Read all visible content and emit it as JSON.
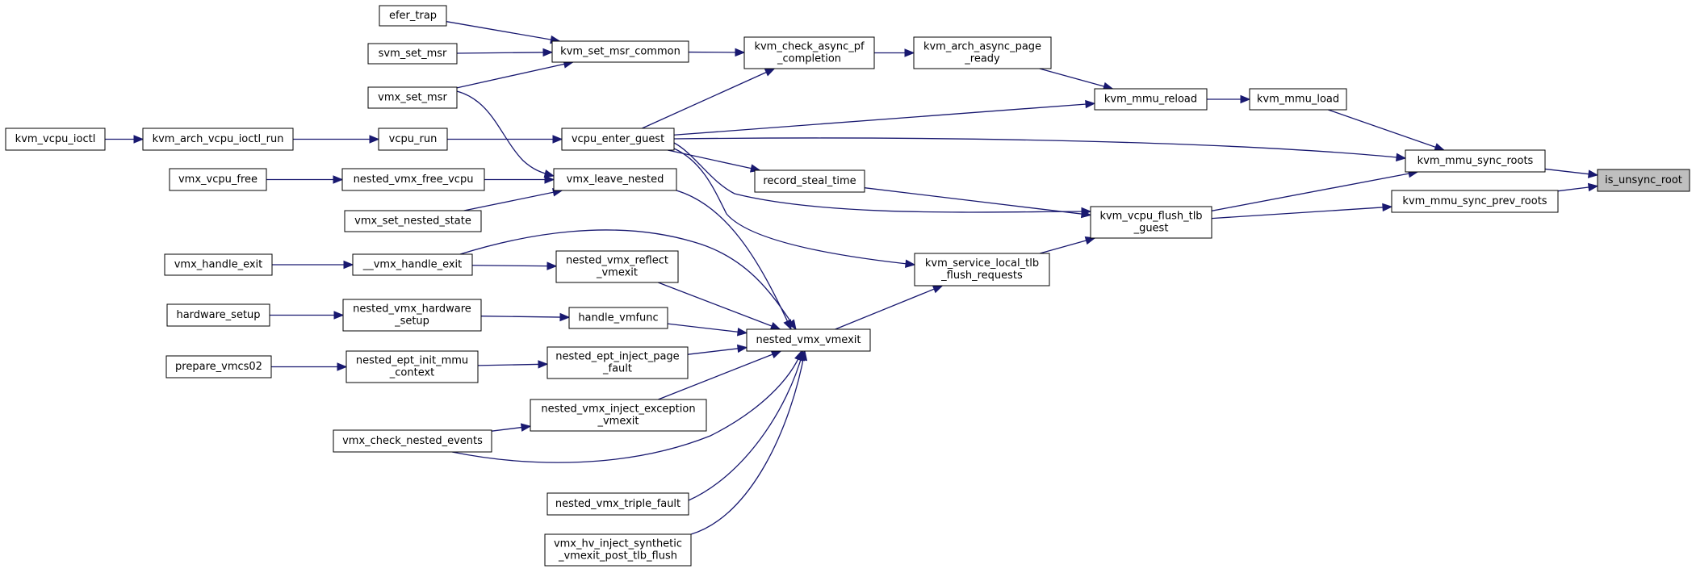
{
  "graph": {
    "nodes": [
      {
        "id": "efer_trap",
        "lines": [
          "efer_trap"
        ]
      },
      {
        "id": "svm_set_msr",
        "lines": [
          "svm_set_msr"
        ]
      },
      {
        "id": "vmx_set_msr",
        "lines": [
          "vmx_set_msr"
        ]
      },
      {
        "id": "kvm_vcpu_ioctl",
        "lines": [
          "kvm_vcpu_ioctl"
        ]
      },
      {
        "id": "kvm_arch_vcpu_ioctl_run",
        "lines": [
          "kvm_arch_vcpu_ioctl_run"
        ]
      },
      {
        "id": "vcpu_run",
        "lines": [
          "vcpu_run"
        ]
      },
      {
        "id": "vmx_vcpu_free",
        "lines": [
          "vmx_vcpu_free"
        ]
      },
      {
        "id": "nested_vmx_free_vcpu",
        "lines": [
          "nested_vmx_free_vcpu"
        ]
      },
      {
        "id": "vmx_set_nested_state",
        "lines": [
          "vmx_set_nested_state"
        ]
      },
      {
        "id": "vmx_handle_exit",
        "lines": [
          "vmx_handle_exit"
        ]
      },
      {
        "id": "__vmx_handle_exit",
        "lines": [
          "__vmx_handle_exit"
        ]
      },
      {
        "id": "hardware_setup",
        "lines": [
          "hardware_setup"
        ]
      },
      {
        "id": "nested_vmx_hardware_setup",
        "lines": [
          "nested_vmx_hardware",
          "_setup"
        ]
      },
      {
        "id": "prepare_vmcs02",
        "lines": [
          "prepare_vmcs02"
        ]
      },
      {
        "id": "nested_ept_init_mmu_context",
        "lines": [
          "nested_ept_init_mmu",
          "_context"
        ]
      },
      {
        "id": "vmx_check_nested_events",
        "lines": [
          "vmx_check_nested_events"
        ]
      },
      {
        "id": "kvm_set_msr_common",
        "lines": [
          "kvm_set_msr_common"
        ]
      },
      {
        "id": "vcpu_enter_guest",
        "lines": [
          "vcpu_enter_guest"
        ]
      },
      {
        "id": "vmx_leave_nested",
        "lines": [
          "vmx_leave_nested"
        ]
      },
      {
        "id": "nested_vmx_reflect_vmexit",
        "lines": [
          "nested_vmx_reflect",
          "_vmexit"
        ]
      },
      {
        "id": "handle_vmfunc",
        "lines": [
          "handle_vmfunc"
        ]
      },
      {
        "id": "nested_ept_inject_page_fault",
        "lines": [
          "nested_ept_inject_page",
          "_fault"
        ]
      },
      {
        "id": "nested_vmx_inject_exception_vmexit",
        "lines": [
          "nested_vmx_inject_exception",
          "_vmexit"
        ]
      },
      {
        "id": "nested_vmx_triple_fault",
        "lines": [
          "nested_vmx_triple_fault"
        ]
      },
      {
        "id": "vmx_hv_inject_synthetic_vmexit_post_tlb_flush",
        "lines": [
          "vmx_hv_inject_synthetic",
          "_vmexit_post_tlb_flush"
        ]
      },
      {
        "id": "kvm_check_async_pf_completion",
        "lines": [
          "kvm_check_async_pf",
          "_completion"
        ]
      },
      {
        "id": "record_steal_time",
        "lines": [
          "record_steal_time"
        ]
      },
      {
        "id": "nested_vmx_vmexit",
        "lines": [
          "nested_vmx_vmexit"
        ]
      },
      {
        "id": "kvm_arch_async_page_ready",
        "lines": [
          "kvm_arch_async_page",
          "_ready"
        ]
      },
      {
        "id": "kvm_service_local_tlb_flush_requests",
        "lines": [
          "kvm_service_local_tlb",
          "_flush_requests"
        ]
      },
      {
        "id": "kvm_mmu_reload",
        "lines": [
          "kvm_mmu_reload"
        ]
      },
      {
        "id": "kvm_vcpu_flush_tlb_guest",
        "lines": [
          "kvm_vcpu_flush_tlb",
          "_guest"
        ]
      },
      {
        "id": "kvm_mmu_load",
        "lines": [
          "kvm_mmu_load"
        ]
      },
      {
        "id": "kvm_mmu_sync_roots",
        "lines": [
          "kvm_mmu_sync_roots"
        ]
      },
      {
        "id": "kvm_mmu_sync_prev_roots",
        "lines": [
          "kvm_mmu_sync_prev_roots"
        ]
      },
      {
        "id": "is_unsync_root",
        "lines": [
          "is_unsync_root"
        ],
        "highlight": true
      }
    ],
    "edges": [
      {
        "from": "efer_trap",
        "to": "kvm_set_msr_common"
      },
      {
        "from": "svm_set_msr",
        "to": "kvm_set_msr_common"
      },
      {
        "from": "vmx_set_msr",
        "to": "kvm_set_msr_common"
      },
      {
        "from": "vmx_set_msr",
        "to": "vmx_leave_nested"
      },
      {
        "from": "kvm_vcpu_ioctl",
        "to": "kvm_arch_vcpu_ioctl_run"
      },
      {
        "from": "kvm_arch_vcpu_ioctl_run",
        "to": "vcpu_run"
      },
      {
        "from": "vcpu_run",
        "to": "vcpu_enter_guest"
      },
      {
        "from": "vmx_vcpu_free",
        "to": "nested_vmx_free_vcpu"
      },
      {
        "from": "nested_vmx_free_vcpu",
        "to": "vmx_leave_nested"
      },
      {
        "from": "vmx_set_nested_state",
        "to": "vmx_leave_nested"
      },
      {
        "from": "vmx_handle_exit",
        "to": "__vmx_handle_exit"
      },
      {
        "from": "__vmx_handle_exit",
        "to": "nested_vmx_reflect_vmexit"
      },
      {
        "from": "__vmx_handle_exit",
        "to": "nested_vmx_vmexit"
      },
      {
        "from": "hardware_setup",
        "to": "nested_vmx_hardware_setup"
      },
      {
        "from": "nested_vmx_hardware_setup",
        "to": "handle_vmfunc"
      },
      {
        "from": "prepare_vmcs02",
        "to": "nested_ept_init_mmu_context"
      },
      {
        "from": "nested_ept_init_mmu_context",
        "to": "nested_ept_inject_page_fault"
      },
      {
        "from": "vmx_check_nested_events",
        "to": "nested_vmx_inject_exception_vmexit"
      },
      {
        "from": "vmx_check_nested_events",
        "to": "nested_vmx_vmexit"
      },
      {
        "from": "kvm_set_msr_common",
        "to": "kvm_check_async_pf_completion"
      },
      {
        "from": "vcpu_enter_guest",
        "to": "kvm_check_async_pf_completion"
      },
      {
        "from": "vcpu_enter_guest",
        "to": "kvm_mmu_reload"
      },
      {
        "from": "vcpu_enter_guest",
        "to": "kvm_mmu_sync_roots"
      },
      {
        "from": "vcpu_enter_guest",
        "to": "record_steal_time"
      },
      {
        "from": "vcpu_enter_guest",
        "to": "kvm_vcpu_flush_tlb_guest"
      },
      {
        "from": "vcpu_enter_guest",
        "to": "kvm_service_local_tlb_flush_requests"
      },
      {
        "from": "vmx_leave_nested",
        "to": "nested_vmx_vmexit"
      },
      {
        "from": "nested_vmx_reflect_vmexit",
        "to": "nested_vmx_vmexit"
      },
      {
        "from": "handle_vmfunc",
        "to": "nested_vmx_vmexit"
      },
      {
        "from": "nested_ept_inject_page_fault",
        "to": "nested_vmx_vmexit"
      },
      {
        "from": "nested_vmx_inject_exception_vmexit",
        "to": "nested_vmx_vmexit"
      },
      {
        "from": "nested_vmx_triple_fault",
        "to": "nested_vmx_vmexit"
      },
      {
        "from": "vmx_hv_inject_synthetic_vmexit_post_tlb_flush",
        "to": "nested_vmx_vmexit"
      },
      {
        "from": "kvm_check_async_pf_completion",
        "to": "kvm_arch_async_page_ready"
      },
      {
        "from": "kvm_arch_async_page_ready",
        "to": "kvm_mmu_reload"
      },
      {
        "from": "record_steal_time",
        "to": "kvm_vcpu_flush_tlb_guest"
      },
      {
        "from": "nested_vmx_vmexit",
        "to": "kvm_service_local_tlb_flush_requests"
      },
      {
        "from": "kvm_service_local_tlb_flush_requests",
        "to": "kvm_vcpu_flush_tlb_guest"
      },
      {
        "from": "kvm_mmu_reload",
        "to": "kvm_mmu_load"
      },
      {
        "from": "kvm_mmu_load",
        "to": "kvm_mmu_sync_roots"
      },
      {
        "from": "kvm_vcpu_flush_tlb_guest",
        "to": "kvm_mmu_sync_roots"
      },
      {
        "from": "kvm_vcpu_flush_tlb_guest",
        "to": "kvm_mmu_sync_prev_roots"
      },
      {
        "from": "kvm_mmu_sync_roots",
        "to": "is_unsync_root"
      },
      {
        "from": "kvm_mmu_sync_prev_roots",
        "to": "is_unsync_root"
      }
    ]
  }
}
